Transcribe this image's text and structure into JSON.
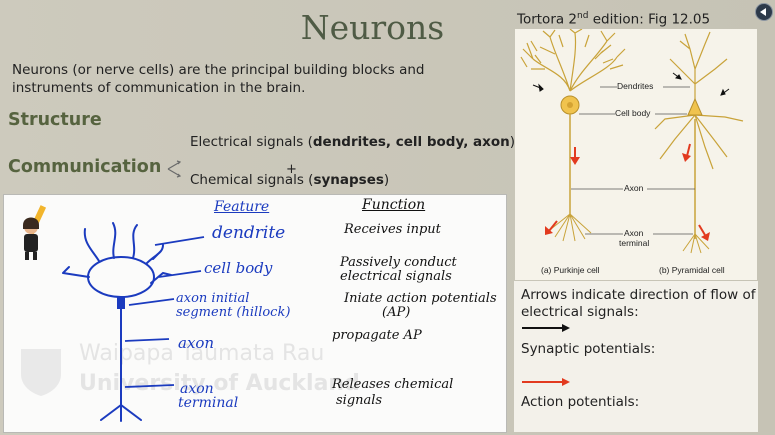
{
  "slide": {
    "title": "Neurons",
    "intro": "Neurons (or nerve cells) are the principal building blocks and instruments of communication in the brain.",
    "structure_label": "Structure",
    "communication_label": "Communication",
    "electrical_prefix": "Electrical signals (",
    "electrical_bold": "dendrites, cell body, axon",
    "electrical_suffix": ")",
    "chemical_prefix": "Chemical signals (",
    "chemical_bold": "synapses",
    "chemical_suffix": ")"
  },
  "figure": {
    "caption_prefix": "Tortora 2",
    "caption_sup": "nd",
    "caption_suffix": " edition: Fig 12.05",
    "labels": {
      "dendrites": "Dendrites",
      "cell_body": "Cell body",
      "axon": "Axon",
      "axon_terminal_1": "Axon",
      "axon_terminal_2": "terminal",
      "purkinje": "(a) Purkinje cell",
      "pyramidal": "(b) Pyramidal cell"
    }
  },
  "arrows_legend": {
    "text1": "Arrows indicate direction of flow of",
    "text2": "electrical signals:",
    "synaptic": "Synaptic potentials:",
    "action": "Action potentials:",
    "synaptic_color": "#111111",
    "action_color": "#e23a1f"
  },
  "whiteboard": {
    "feature_header": "Feature",
    "function_header": "Function",
    "features": [
      "dendrite",
      "cell body",
      "axon initial",
      "segment (hillock)",
      "axon",
      "axon",
      "terminal"
    ],
    "functions": [
      "Receives input",
      "Passively conduct",
      "electrical signals",
      "Iniate action potentials",
      "(AP)",
      "propagate AP",
      "Releases chemical",
      "signals"
    ],
    "watermark_line1": "Waipapa Taumata Rau",
    "watermark_line2": "University of Auckland",
    "ink_blue": "#1b3bbf"
  }
}
